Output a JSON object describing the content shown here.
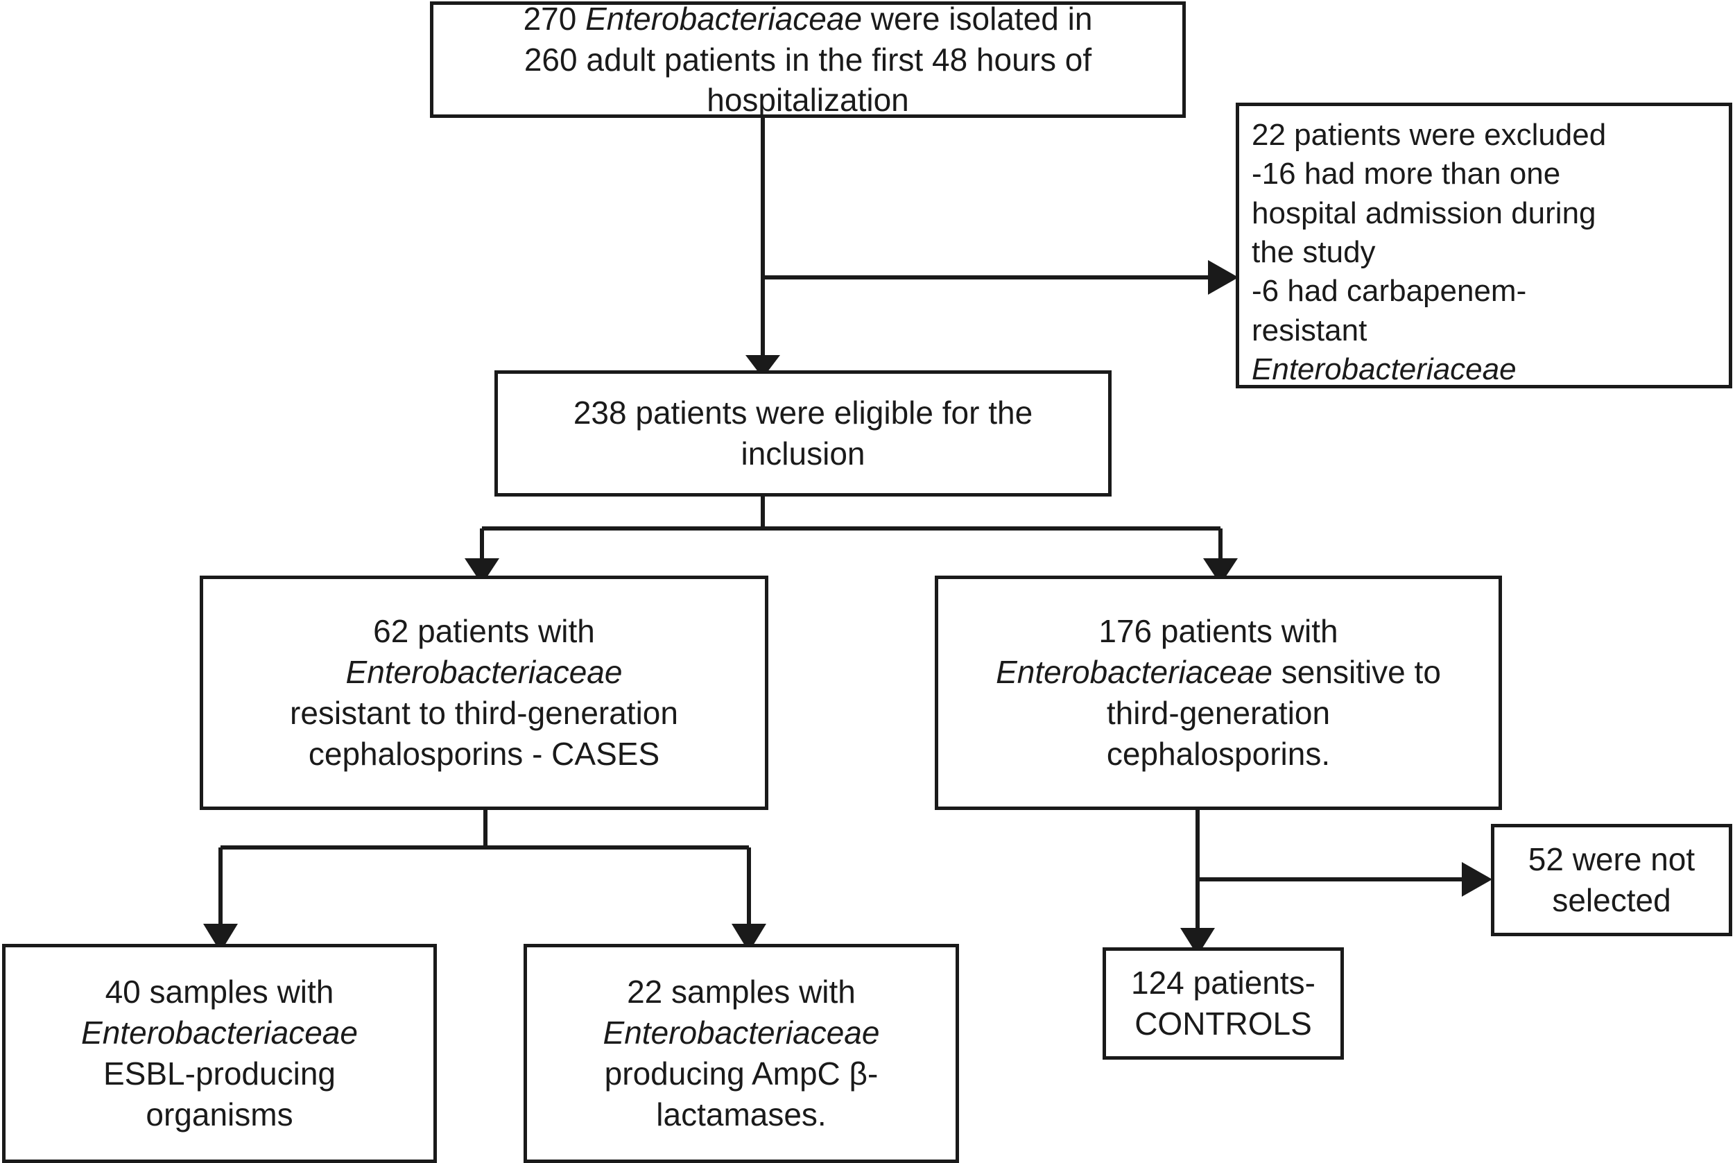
{
  "diagram": {
    "type": "flowchart",
    "title": "Patient selection flow diagram",
    "colors": {
      "stroke": "#1a1a1a",
      "background": "#ffffff",
      "text": "#1a1a1a"
    },
    "nodes": {
      "isolated": {
        "id": "isolated",
        "text": "270 Enterobacteriaceae were isolated in 260 adult patients in the first 48 hours of hospitalization",
        "lines": [
          "270 Enterobacteriaceae were isolated in",
          "260 adult patients in the first 48 hours of",
          "hospitalization"
        ],
        "count": 270,
        "patients": 260
      },
      "excluded": {
        "id": "excluded",
        "text": "22 patients were excluded -16 had more than one hospital admission during the study -6 had carbapenem-resistant Enterobacteriaceae",
        "lines": [
          "22 patients were excluded",
          "-16 had more than one",
          "hospital admission during",
          "the study",
          "-6 had carbapenem-",
          "resistant",
          "Enterobacteriaceae"
        ],
        "count": 22,
        "reasons": [
          {
            "count": 16,
            "label": "had more than one hospital admission during the study"
          },
          {
            "count": 6,
            "label": "had carbapenem-resistant Enterobacteriaceae"
          }
        ]
      },
      "eligible": {
        "id": "eligible",
        "text": "238 patients were eligible for the inclusion",
        "lines": [
          "238 patients were eligible for the",
          "inclusion"
        ],
        "count": 238
      },
      "cases": {
        "id": "cases",
        "text": "62 patients with Enterobacteriaceae resistant to third-generation cephalosporins - CASES",
        "lines": [
          "62 patients with",
          "Enterobacteriaceae",
          "resistant to third-generation",
          "cephalosporins - CASES"
        ],
        "count": 62,
        "group_label": "CASES"
      },
      "sensitive": {
        "id": "sensitive",
        "text": "176 patients with Enterobacteriaceae sensitive to third-generation cephalosporins.",
        "lines": [
          "176 patients with",
          "Enterobacteriaceae sensitive to",
          "third-generation",
          "cephalosporins."
        ],
        "count": 176
      },
      "esbl": {
        "id": "esbl",
        "text": "40 samples with Enterobacteriaceae ESBL-producing organisms",
        "lines": [
          "40 samples with",
          "Enterobacteriaceae",
          "ESBL-producing",
          "organisms"
        ],
        "count": 40
      },
      "ampc": {
        "id": "ampc",
        "text": "22 samples with Enterobacteriaceae producing AmpC β-lactamases.",
        "lines": [
          "22 samples with",
          "Enterobacteriaceae",
          "producing AmpC β-",
          "lactamases."
        ],
        "count": 22
      },
      "controls": {
        "id": "controls",
        "text": "124 patients-CONTROLS",
        "lines": [
          "124 patients-",
          "CONTROLS"
        ],
        "count": 124,
        "group_label": "CONTROLS"
      },
      "not_selected": {
        "id": "not_selected",
        "text": "52 were not selected",
        "lines": [
          "52 were not",
          "selected"
        ],
        "count": 52
      }
    },
    "edges": [
      {
        "from": "isolated",
        "to": "eligible",
        "kind": "vertical-arrow"
      },
      {
        "from": "isolated",
        "to": "excluded",
        "kind": "elbow-right-arrow"
      },
      {
        "from": "eligible",
        "to": "cases",
        "kind": "split-arrow-left"
      },
      {
        "from": "eligible",
        "to": "sensitive",
        "kind": "split-arrow-right"
      },
      {
        "from": "cases",
        "to": "esbl",
        "kind": "split-arrow-left"
      },
      {
        "from": "cases",
        "to": "ampc",
        "kind": "split-arrow-right"
      },
      {
        "from": "sensitive",
        "to": "controls",
        "kind": "vertical-arrow"
      },
      {
        "from": "sensitive",
        "to": "not_selected",
        "kind": "elbow-right-arrow"
      }
    ]
  }
}
